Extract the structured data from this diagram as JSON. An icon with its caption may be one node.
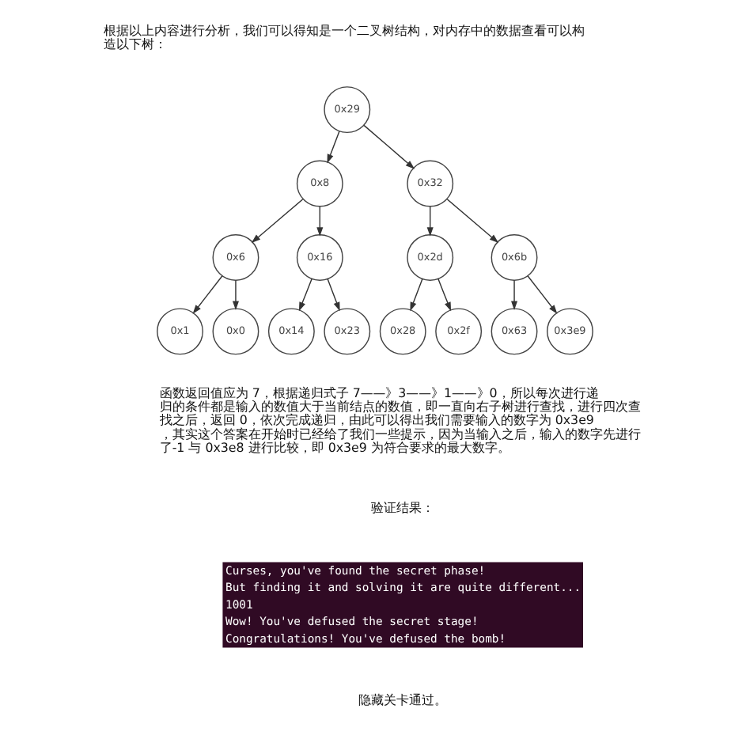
{
  "diagram": {
    "nodes": [
      {
        "text": [
          "0x29"
        ]
      },
      {
        "text": [
          "0x8"
        ]
      },
      {
        "text": [
          "0x32"
        ]
      },
      {
        "text": [
          "0x6"
        ]
      },
      {
        "text": [
          "0x16"
        ]
      },
      {
        "text": [
          "0x2d"
        ]
      },
      {
        "text": [
          "0x6b"
        ]
      },
      {
        "text": [
          "0x1"
        ]
      },
      {
        "text": [
          "0x0"
        ]
      },
      {
        "text": [
          "0x14"
        ]
      },
      {
        "text": [
          "0x23"
        ]
      },
      {
        "text": [
          "0x28"
        ]
      },
      {
        "text": [
          "0x2f"
        ]
      },
      {
        "text": [
          "0x63"
        ]
      },
      {
        "text": [
          "0x3e9"
        ]
      }
    ],
    "edges": [
      {
        "from": 0,
        "to": 1,
        "arrow": "to"
      },
      {
        "from": 0,
        "to": 2,
        "arrow": "to"
      },
      {
        "from": 1,
        "to": 3,
        "arrow": "to"
      },
      {
        "from": 1,
        "to": 4,
        "arrow": "to"
      },
      {
        "from": 2,
        "to": 5,
        "arrow": "to"
      },
      {
        "from": 2,
        "to": 6,
        "arrow": "to"
      },
      {
        "from": 3,
        "to": 7,
        "arrow": "to"
      },
      {
        "from": 3,
        "to": 8,
        "arrow": "to"
      },
      {
        "from": 4,
        "to": 9,
        "arrow": "to"
      },
      {
        "from": 4,
        "to": 10,
        "arrow": "to"
      },
      {
        "from": 5,
        "to": 11,
        "arrow": "to"
      },
      {
        "from": 5,
        "to": 12,
        "arrow": "to"
      },
      {
        "from": 6,
        "to": 13,
        "arrow": "to"
      },
      {
        "from": 6,
        "to": 14,
        "arrow": "to"
      }
    ],
    "labels": [
      "根据以上内容进行分析，我们可以得知是一个二叉树结构，对内存中的数据查看可以构造以下树：",
      "函数返回值应为 7，根据递归式子 7——》3——》1——》0，所以每次进行递归的条件都是输入的数值大于当前结点的数值，即一直向右子树进行查找，进行四次查找之后，返回 0，依次完成递归，由此可以得出我们需要输入的数字为 0x3e9，其实这个答案在开始时已经给了我们一些提示，因为当输入之后，输入的数字先进行了-1 与 0x3e8 进行比较，即 0x3e9 为符合要求的最大数字。",
      "验证结果：",
      "Curses, you've found the secret phase!",
      "But finding it and solving it are quite different...",
      "1001",
      "Wow! You've defused the secret stage!",
      "Congratulations! You've defused the bomb!",
      "隐藏关卡通过。"
    ]
  }
}
